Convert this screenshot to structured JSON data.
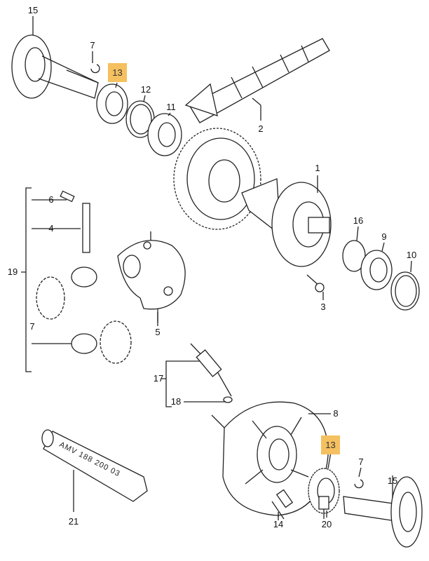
{
  "diagram": {
    "callouts": {
      "p15_top": "15",
      "p7_top": "7",
      "p13_top": "13",
      "p12": "12",
      "p11": "11",
      "p2": "2",
      "p1": "1",
      "p6": "6",
      "p4": "4",
      "p19": "19",
      "p16": "16",
      "p9": "9",
      "p10": "10",
      "p3": "3",
      "p7_mid": "7",
      "p5": "5",
      "p17": "17",
      "p18": "18",
      "p8": "8",
      "p13_bottom": "13",
      "p7_bottom": "7",
      "p15_bottom": "15",
      "p21": "21",
      "p14": "14",
      "p20": "20"
    },
    "tube_label": "AMV 188 200 03",
    "highlight_color": "#f5c060"
  }
}
